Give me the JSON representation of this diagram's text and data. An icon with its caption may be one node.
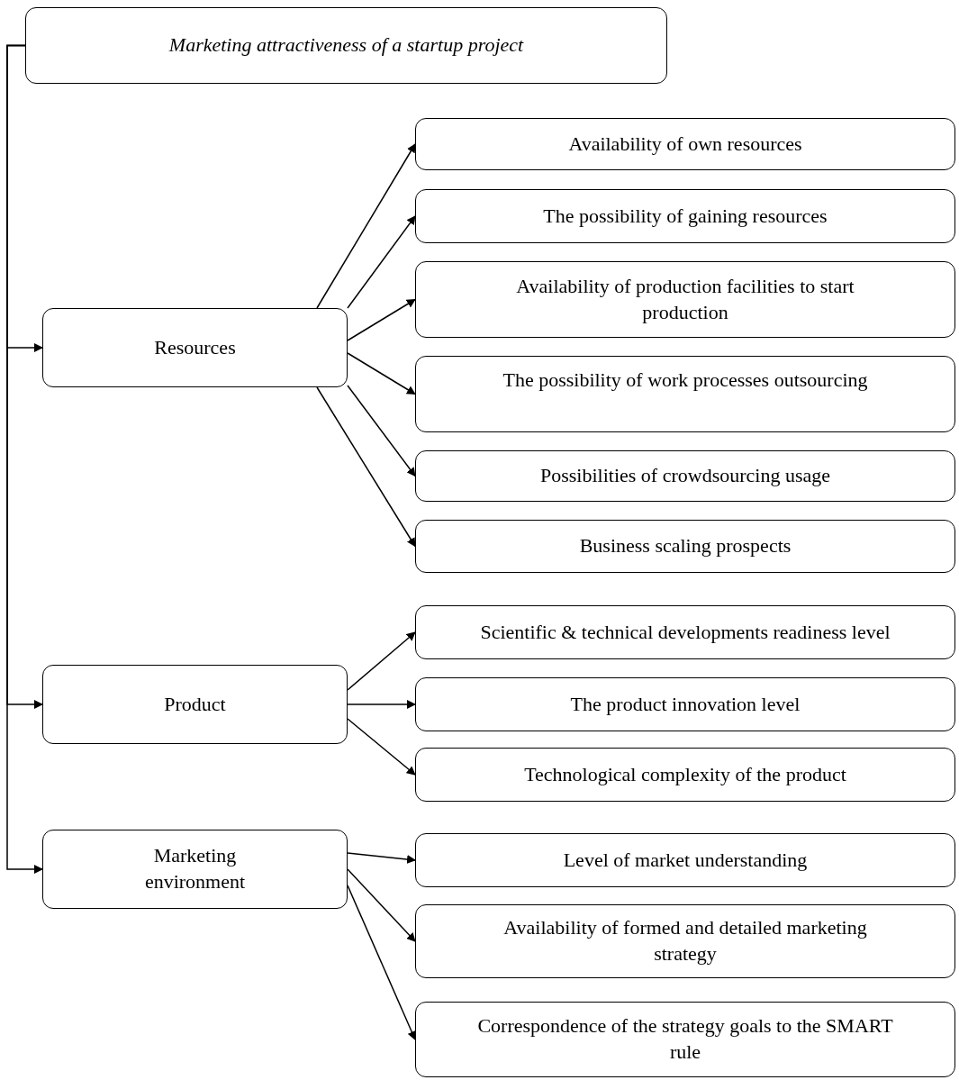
{
  "diagram": {
    "nodes": [
      {
        "text": [
          "Marketing attractiveness of a startup project"
        ]
      },
      {
        "text": [
          "Resources"
        ]
      },
      {
        "text": [
          "Availability of own resources"
        ]
      },
      {
        "text": [
          "The possibility of gaining resources"
        ]
      },
      {
        "text": [
          "Availability of production facilities to start production"
        ]
      },
      {
        "text": [
          "The possibility of work processes outsourcing"
        ]
      },
      {
        "text": [
          "Possibilities of crowdsourcing usage"
        ]
      },
      {
        "text": [
          "Business scaling prospects"
        ]
      },
      {
        "text": [
          "Product"
        ]
      },
      {
        "text": [
          "Scientific & technical developments readiness level"
        ]
      },
      {
        "text": [
          "The product innovation level"
        ]
      },
      {
        "text": [
          "Technological complexity of the product"
        ]
      },
      {
        "text": [
          "Marketing environment"
        ]
      },
      {
        "text": [
          "Level of market understanding"
        ]
      },
      {
        "text": [
          "Availability of formed and detailed marketing strategy"
        ]
      },
      {
        "text": [
          "Correspondence of the strategy goals to the SMART rule"
        ]
      }
    ],
    "edges": [
      {
        "from": 0,
        "to": 1,
        "arrow": "to"
      },
      {
        "from": 0,
        "to": 8,
        "arrow": "to"
      },
      {
        "from": 0,
        "to": 12,
        "arrow": "to"
      },
      {
        "from": 1,
        "to": 2,
        "arrow": "to"
      },
      {
        "from": 1,
        "to": 3,
        "arrow": "to"
      },
      {
        "from": 1,
        "to": 4,
        "arrow": "to"
      },
      {
        "from": 1,
        "to": 5,
        "arrow": "to"
      },
      {
        "from": 1,
        "to": 6,
        "arrow": "to"
      },
      {
        "from": 1,
        "to": 7,
        "arrow": "to"
      },
      {
        "from": 8,
        "to": 9,
        "arrow": "to"
      },
      {
        "from": 8,
        "to": 10,
        "arrow": "to"
      },
      {
        "from": 8,
        "to": 11,
        "arrow": "to"
      },
      {
        "from": 12,
        "to": 13,
        "arrow": "to"
      },
      {
        "from": 12,
        "to": 14,
        "arrow": "to"
      },
      {
        "from": 12,
        "to": 15,
        "arrow": "to"
      }
    ]
  }
}
